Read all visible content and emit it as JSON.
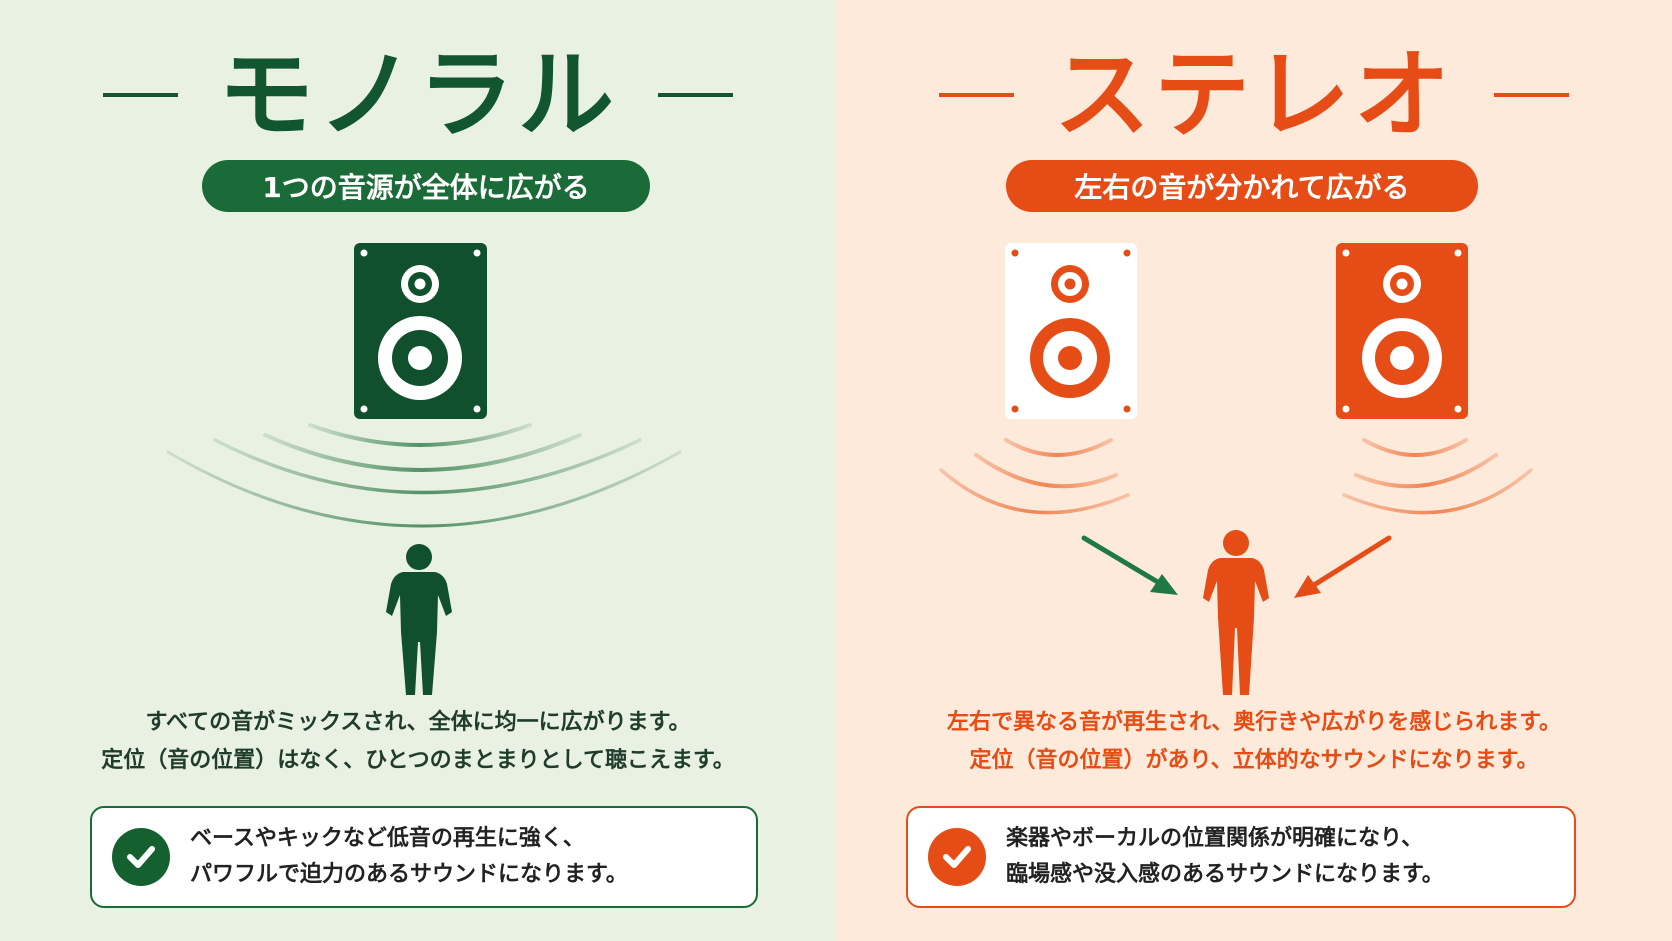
{
  "mono": {
    "title": "モノラル",
    "subtitle": "1つの音源が全体に広がる",
    "desc_line1": "すべての音がミックスされ、全体に均一に広がります。",
    "desc_line2": "定位（音の位置）はなく、ひとつのまとまりとして聴こえます。",
    "box_line1": "ベースやキックなど低音の再生に強く、",
    "box_line2": "パワフルで迫力のあるサウンドになります。",
    "color": "#11562f"
  },
  "stereo": {
    "title": "ステレオ",
    "subtitle": "左右の音が分かれて広がる",
    "desc_line1": "左右で異なる音が再生され、奥行きや広がりを感じられます。",
    "desc_line2": "定位（音の位置）があり、立体的なサウンドになります。",
    "box_line1": "楽器やボーカルの位置関係が明確になり、",
    "box_line2": "臨場感や没入感のあるサウンドになります。",
    "color": "#e64d16"
  },
  "icons": [
    "speaker-icon",
    "sound-wave-icon",
    "person-icon",
    "arrow-icon",
    "check-icon"
  ]
}
